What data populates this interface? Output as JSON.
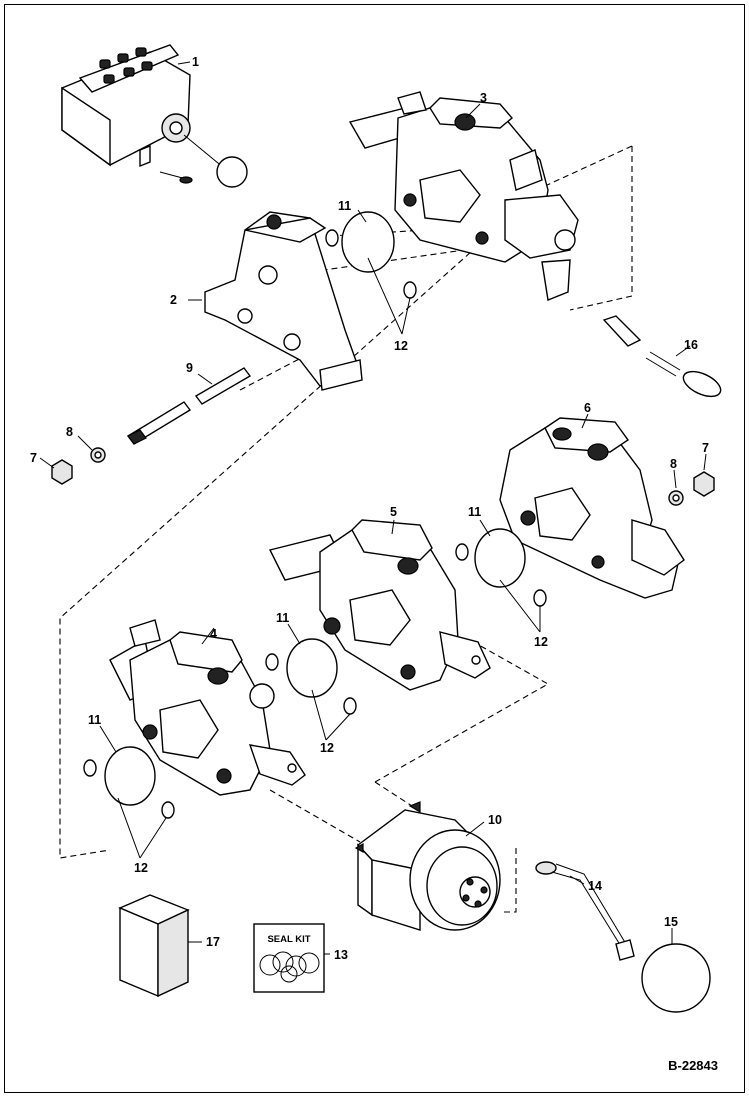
{
  "diagram": {
    "reference_code": "B-22843",
    "seal_kit_label": "SEAL KIT",
    "callouts": {
      "c1": "1",
      "c2": "2",
      "c3": "3",
      "c4": "4",
      "c5": "5",
      "c6": "6",
      "c7a": "7",
      "c7b": "7",
      "c8a": "8",
      "c8b": "8",
      "c9": "9",
      "c10": "10",
      "c11a": "11",
      "c11b": "11",
      "c11c": "11",
      "c11d": "11",
      "c12a": "12",
      "c12b": "12",
      "c12c": "12",
      "c12d": "12",
      "c13": "13",
      "c14": "14",
      "c15": "15",
      "c16": "16",
      "c17": "17"
    }
  }
}
